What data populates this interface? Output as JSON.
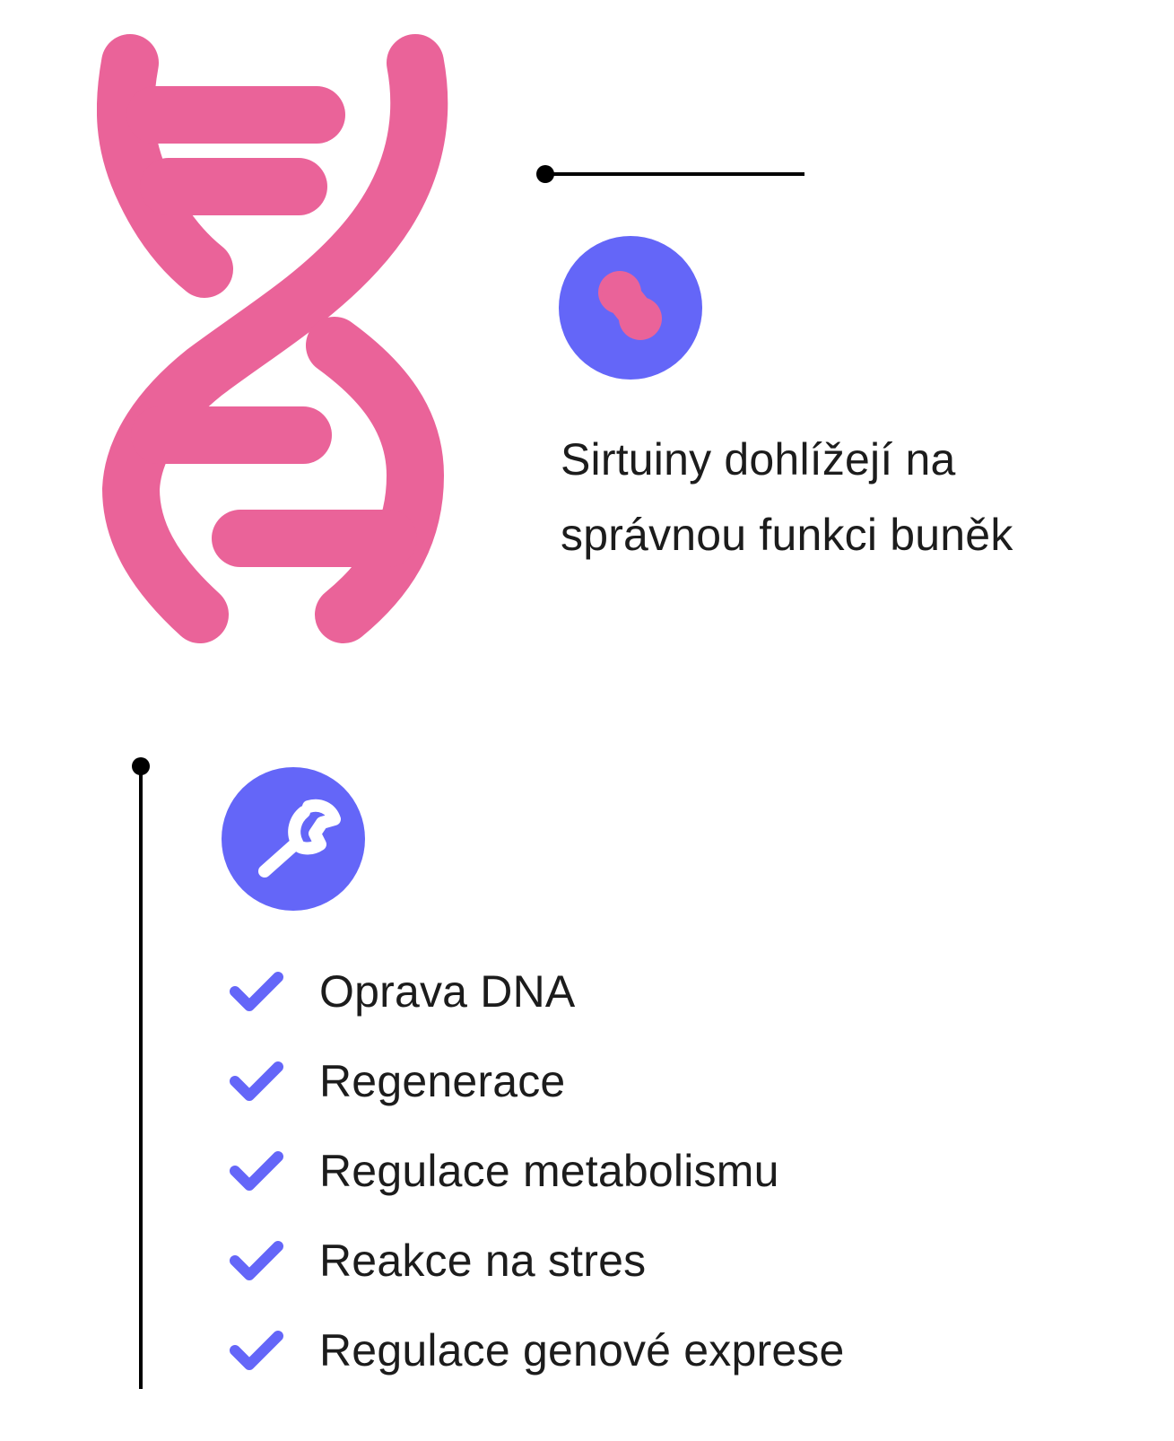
{
  "colors": {
    "accent_pink": "#ea6399",
    "accent_violet": "#6466f8",
    "line": "#000000",
    "text": "#1c1c1c"
  },
  "icons": {
    "dna": "dna-helix-icon",
    "cell": "cell-division-icon",
    "repair": "wrench-icon",
    "check": "checkmark-icon"
  },
  "caption": {
    "line1": "Sirtuiny dohlížejí na",
    "line2": "správnou funkci buněk"
  },
  "benefits": [
    {
      "label": "Oprava DNA"
    },
    {
      "label": "Regenerace"
    },
    {
      "label": "Regulace metabolismu"
    },
    {
      "label": "Reakce na stres"
    },
    {
      "label": "Regulace genové exprese"
    }
  ]
}
